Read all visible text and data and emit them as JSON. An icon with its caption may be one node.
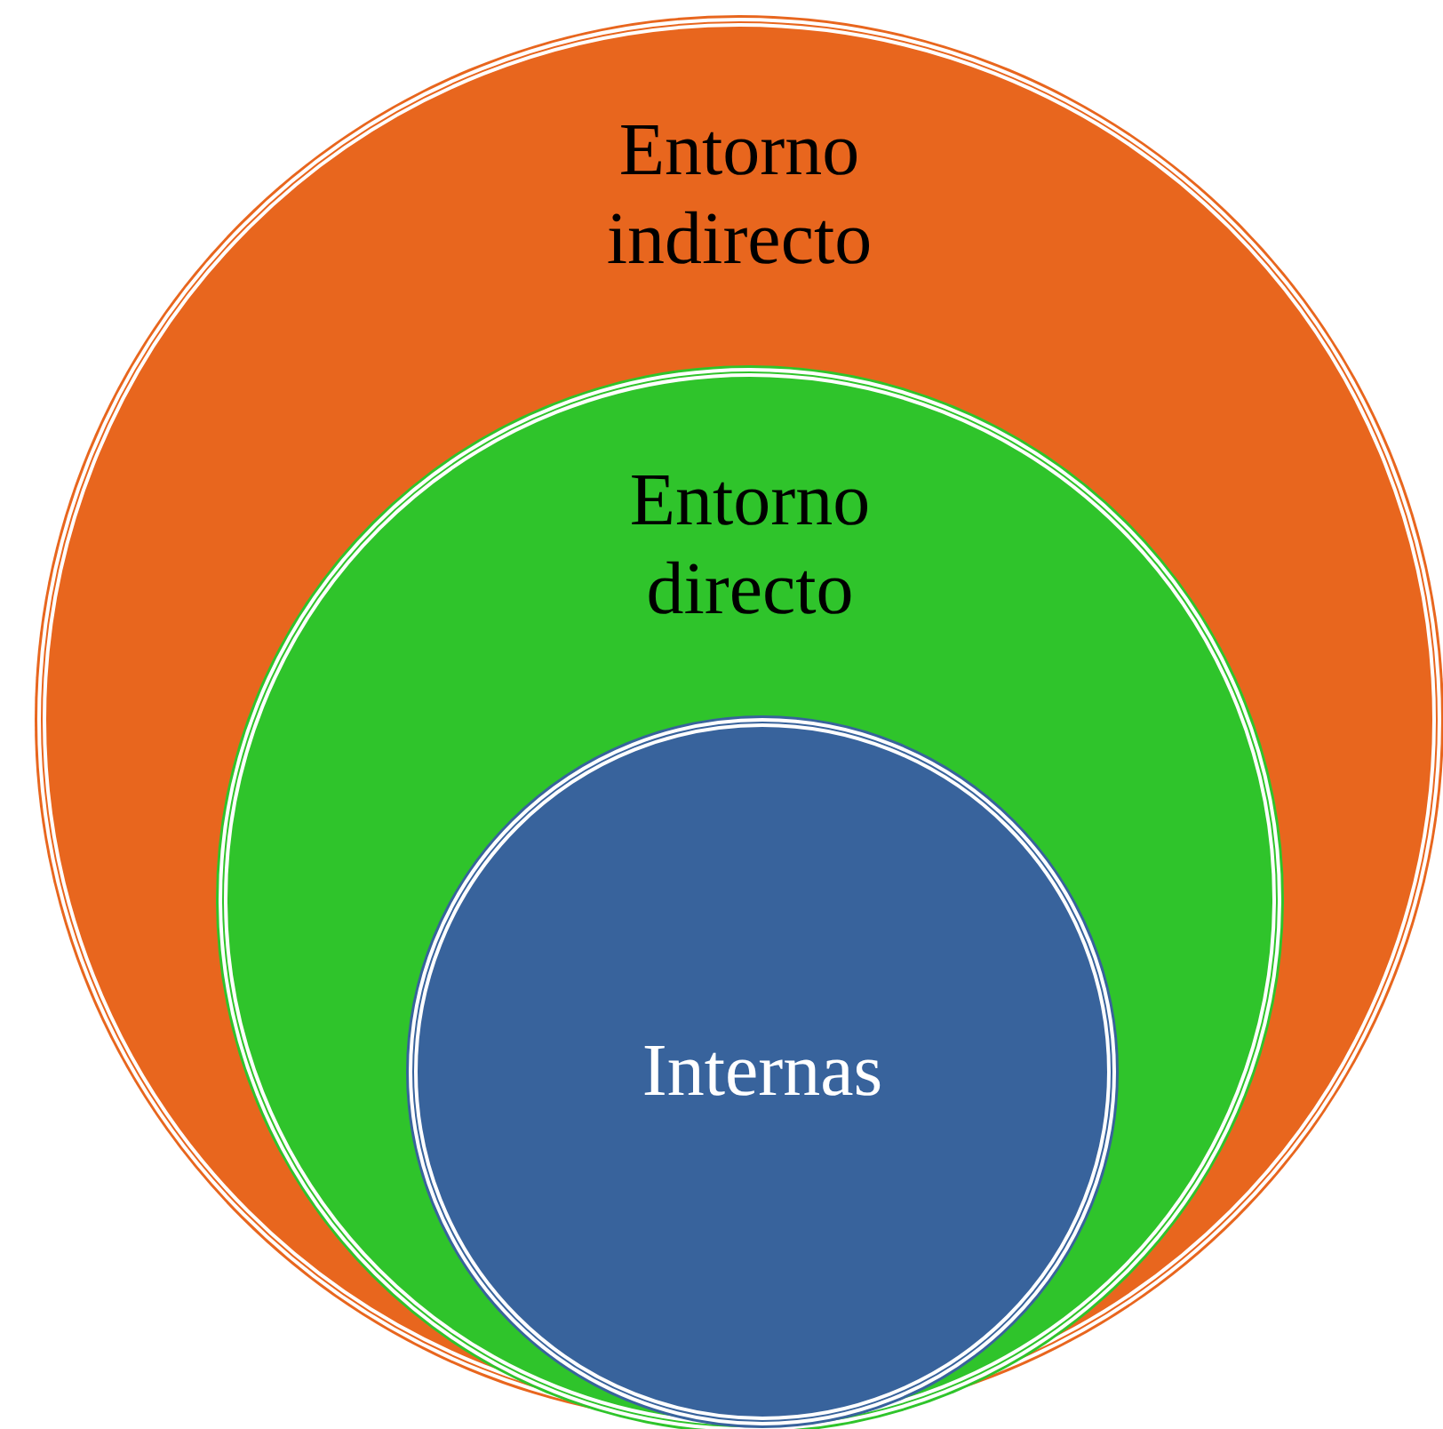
{
  "diagram": {
    "nodes": [
      {
        "text": [
          "Entorno indirecto"
        ]
      },
      {
        "text": [
          "Entorno directo"
        ],
        "in": 0
      },
      {
        "text": [
          "Internas"
        ],
        "in": 1
      }
    ]
  }
}
